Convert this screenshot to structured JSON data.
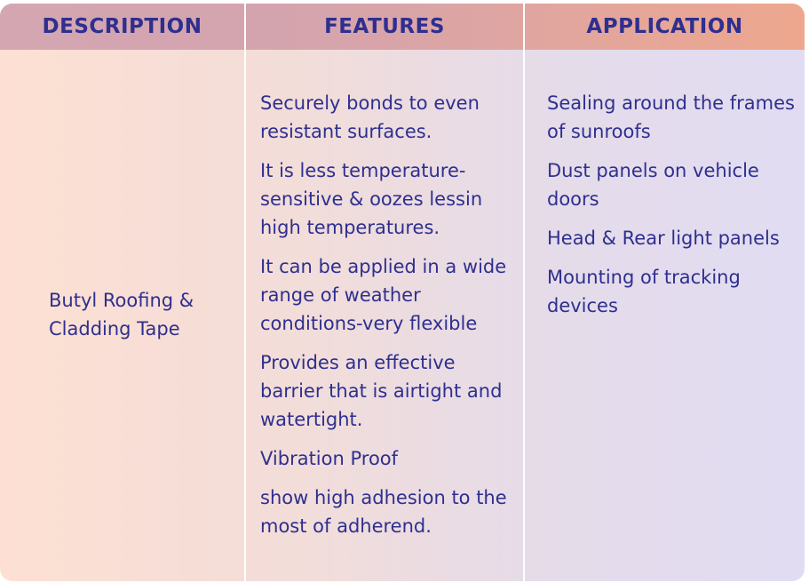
{
  "header": {
    "description": "DESCRIPTION",
    "features": "FEATURES",
    "application": "APPLICATION"
  },
  "description": {
    "line1": "Butyl Roofing &",
    "line2": "Cladding Tape"
  },
  "features": [
    "Securely bonds to even resistant surfaces.",
    "It is less temperature-sensitive & oozes lessin high temperatures.",
    "It can be applied in a wide range of weather conditions-very flexible",
    "Provides an effective barrier that is airtight and watertight.",
    "Vibration Proof",
    "show high adhesion to the most of adherend."
  ],
  "applications": [
    "Sealing around the frames of sunroofs",
    "Dust panels on vehicle doors",
    "Head & Rear light panels",
    "Mounting of tracking devices"
  ],
  "colors": {
    "text": "#2e2f8f",
    "header_left": "#d3a6b2",
    "header_right": "#eea78e",
    "body_left": "#fde0d3",
    "body_right": "#e1dcf3"
  }
}
